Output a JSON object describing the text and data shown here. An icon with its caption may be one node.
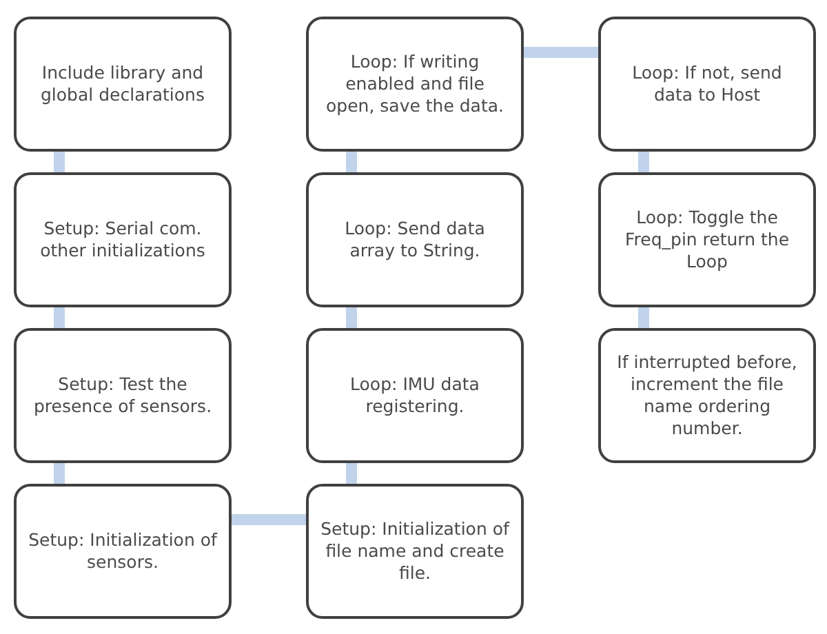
{
  "diagram": {
    "nodes": [
      {
        "text": [
          "Include library and global declarations"
        ]
      },
      {
        "text": [
          "Setup: Serial com. other initializations"
        ]
      },
      {
        "text": [
          "Setup: Test the presence of sensors."
        ]
      },
      {
        "text": [
          "Setup: Initialization of sensors."
        ]
      },
      {
        "text": [
          "Setup: Initialization of file name and create file."
        ]
      },
      {
        "text": [
          "Loop: IMU data registering."
        ]
      },
      {
        "text": [
          "Loop: Send data array to String."
        ]
      },
      {
        "text": [
          "Loop: If writing enabled and file open, save the data."
        ]
      },
      {
        "text": [
          "Loop: If not, send data to Host"
        ]
      },
      {
        "text": [
          "Loop: Toggle the Freq_pin return the Loop"
        ]
      },
      {
        "text": [
          "If interrupted before, increment the file name ordering number."
        ]
      }
    ],
    "edges": [
      {
        "from": 0,
        "to": 1,
        "arrow": "none"
      },
      {
        "from": 1,
        "to": 2,
        "arrow": "none"
      },
      {
        "from": 2,
        "to": 3,
        "arrow": "none"
      },
      {
        "from": 3,
        "to": 4,
        "arrow": "none"
      },
      {
        "from": 4,
        "to": 5,
        "arrow": "none"
      },
      {
        "from": 5,
        "to": 6,
        "arrow": "none"
      },
      {
        "from": 6,
        "to": 7,
        "arrow": "none"
      },
      {
        "from": 7,
        "to": 8,
        "arrow": "none"
      },
      {
        "from": 8,
        "to": 9,
        "arrow": "none"
      },
      {
        "from": 9,
        "to": 10,
        "arrow": "none"
      }
    ]
  }
}
